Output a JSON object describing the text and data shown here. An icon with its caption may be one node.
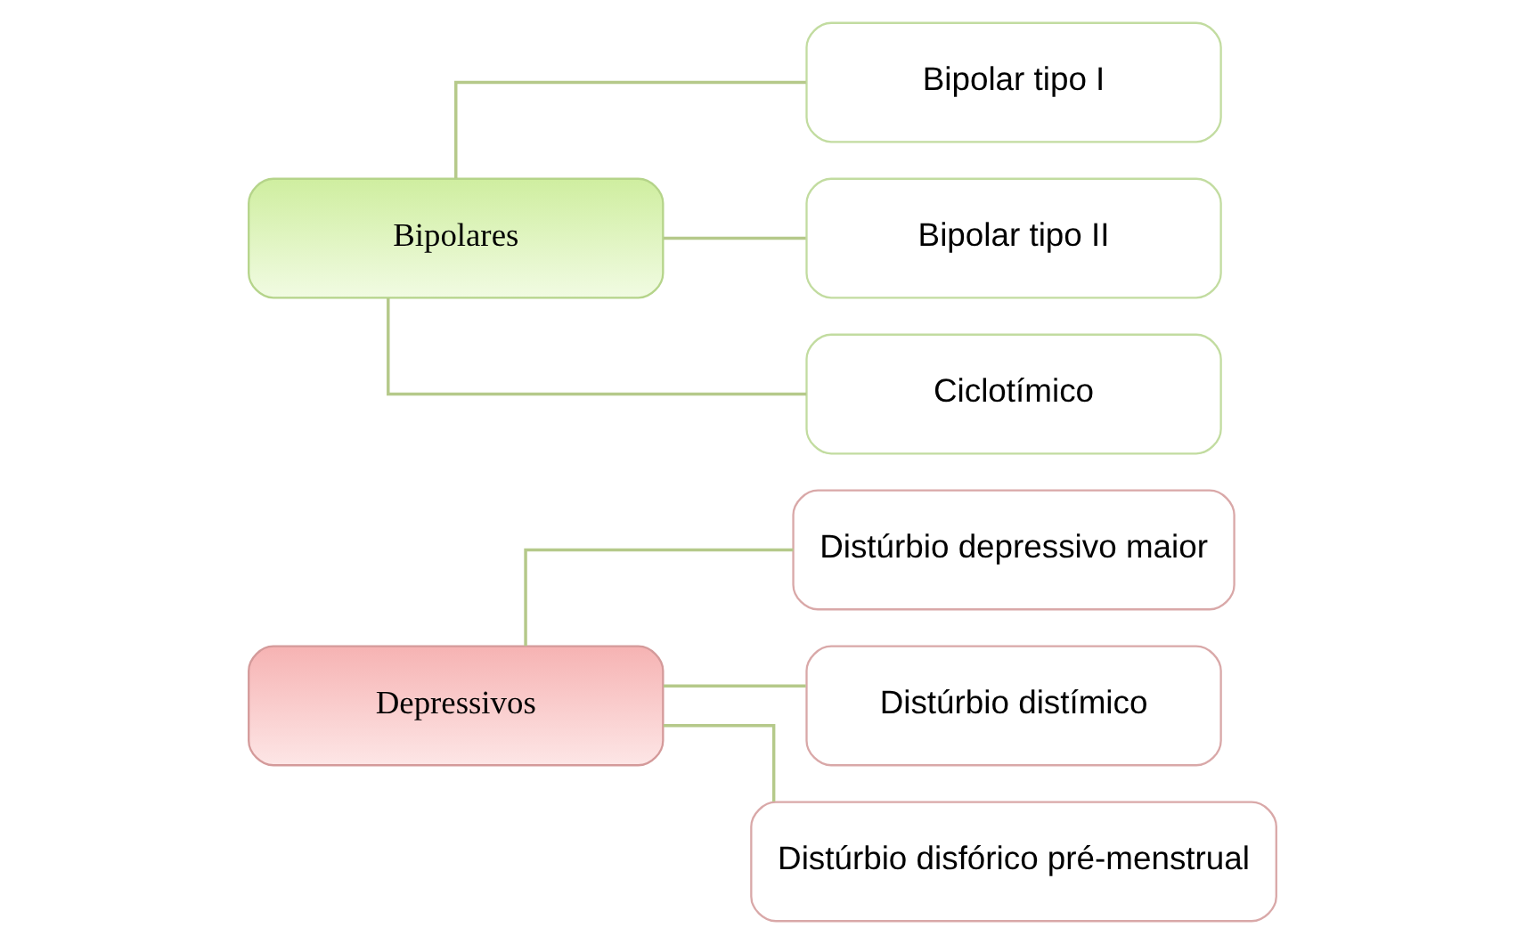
{
  "diagram": {
    "nodes": [
      {
        "text": [
          "Depressivos"
        ]
      },
      {
        "text": [
          "Distúrbio depressivo maior"
        ]
      },
      {
        "text": [
          "Distúrbio distímico"
        ]
      },
      {
        "text": [
          "Distúrbio disfórico pré-menstrual"
        ]
      },
      {
        "text": [
          "Bipolares"
        ]
      },
      {
        "text": [
          "Bipolar tipo I"
        ]
      },
      {
        "text": [
          "Bipolar tipo II"
        ]
      },
      {
        "text": [
          "Ciclotímico"
        ]
      }
    ],
    "edges": [
      {
        "from": 0,
        "to": 1,
        "arrow": "none"
      },
      {
        "from": 0,
        "to": 2,
        "arrow": "none"
      },
      {
        "from": 0,
        "to": 3,
        "arrow": "none"
      },
      {
        "from": 4,
        "to": 5,
        "arrow": "none"
      },
      {
        "from": 4,
        "to": 6,
        "arrow": "none"
      },
      {
        "from": 4,
        "to": 7,
        "arrow": "none"
      }
    ]
  }
}
